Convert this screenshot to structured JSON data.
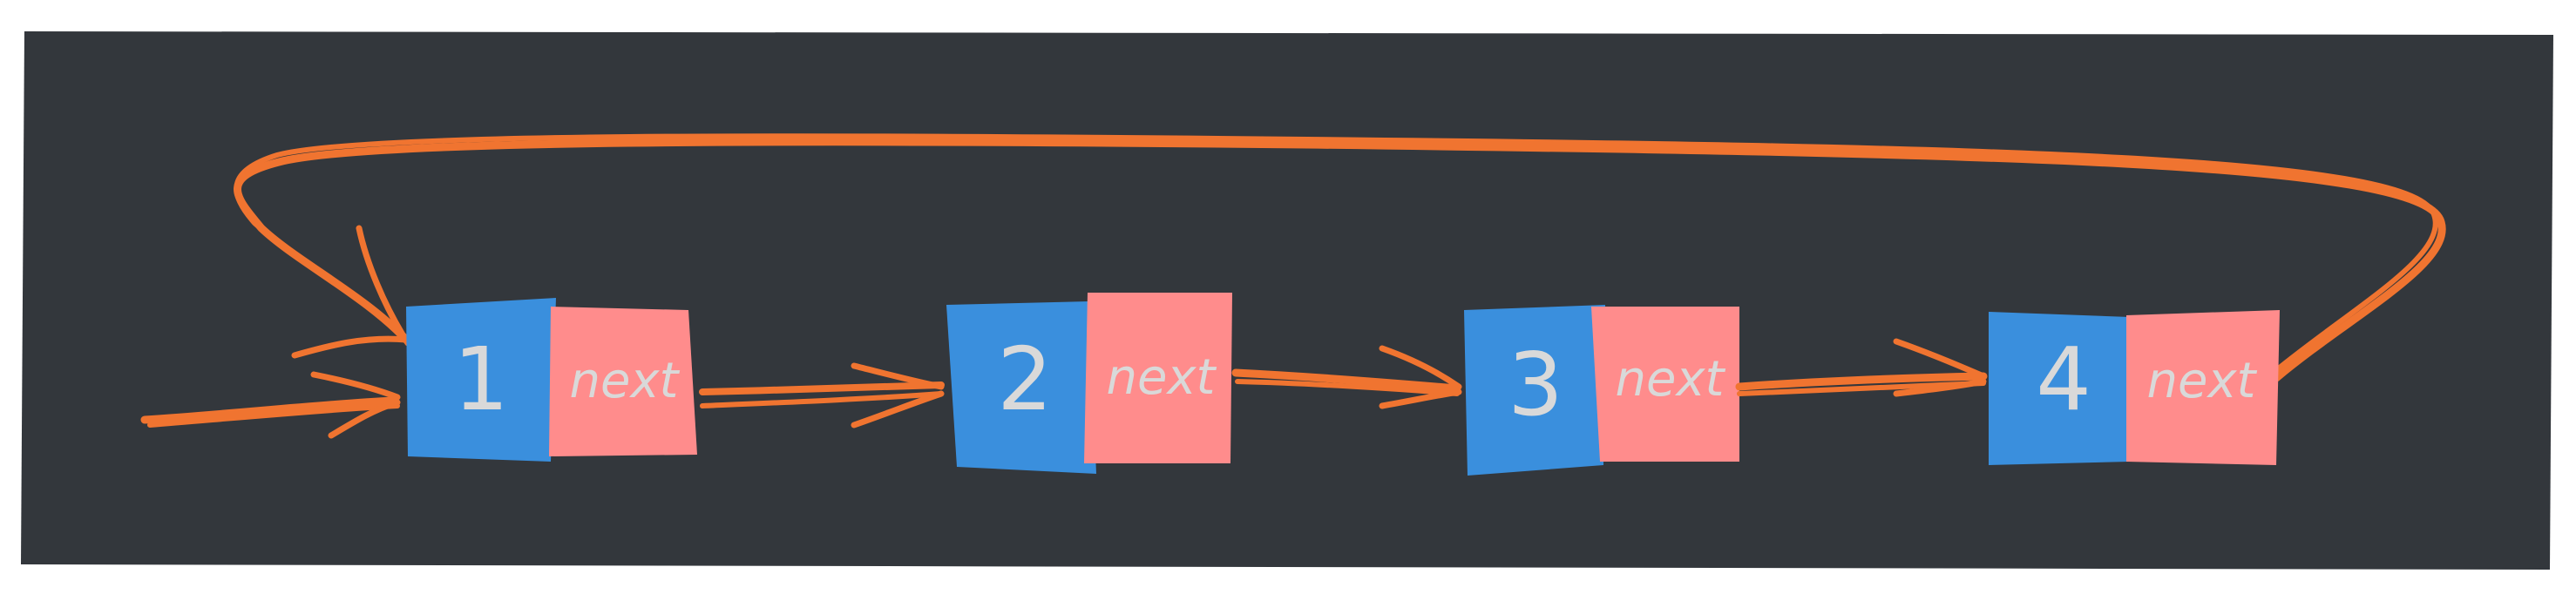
{
  "diagram": {
    "colors": {
      "background": "#33373c",
      "page": "#ffffff",
      "value_box": "#3a8fdd",
      "next_box": "#ff8c8c",
      "arrow": "#f07430",
      "text": "#d9d9d9"
    },
    "nodes": [
      {
        "value": "1",
        "next_label": "next"
      },
      {
        "value": "2",
        "next_label": "next"
      },
      {
        "value": "3",
        "next_label": "next"
      },
      {
        "value": "4",
        "next_label": "next"
      }
    ],
    "links": [
      {
        "from": "entry",
        "to": "1"
      },
      {
        "from": "1",
        "to": "2"
      },
      {
        "from": "2",
        "to": "3"
      },
      {
        "from": "3",
        "to": "4"
      },
      {
        "from": "4",
        "to": "1",
        "kind": "loop-back"
      }
    ]
  }
}
